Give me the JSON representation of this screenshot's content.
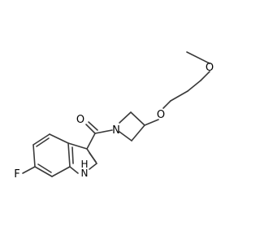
{
  "structure": {
    "atoms": {
      "carbonyl_oxygen": "O",
      "ether_oxygen": "O",
      "methoxy_oxygen": "O",
      "ring_nitrogen": "N",
      "indole_nh": "H\nN",
      "fluorine": "F"
    }
  },
  "colors": {
    "bond": "#3a3a3a",
    "text": "#000000",
    "background": "#ffffff"
  }
}
